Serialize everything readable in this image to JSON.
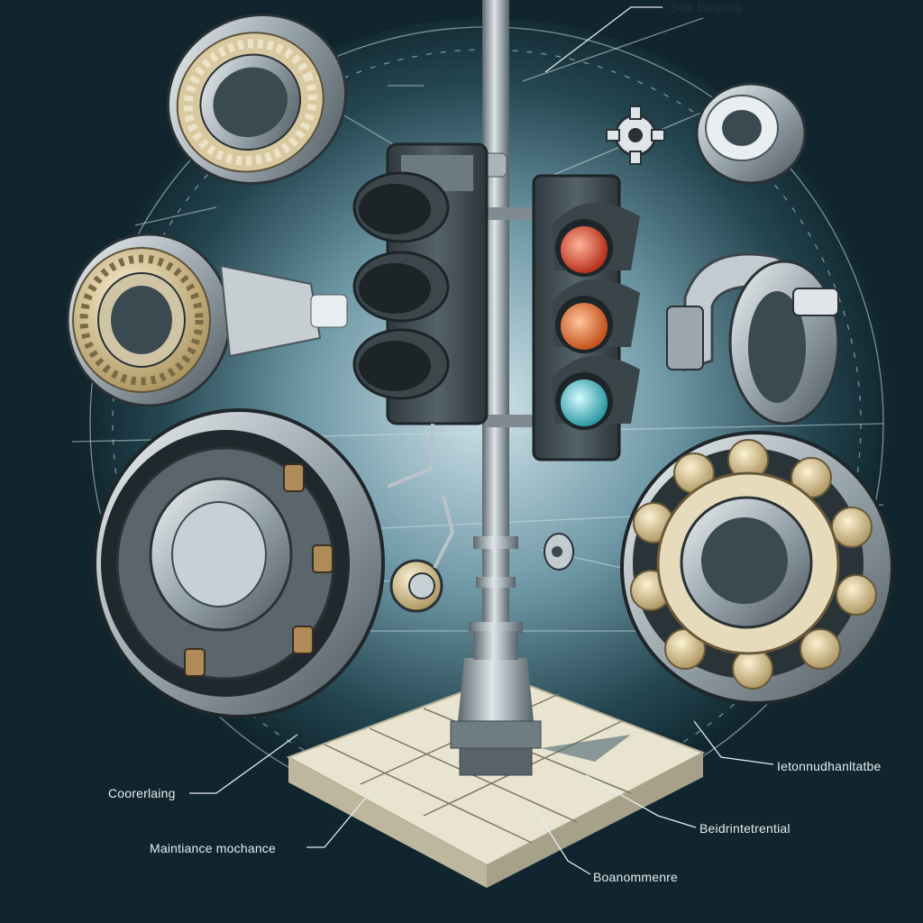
{
  "labels": {
    "top": "Selr Bearing",
    "right": "Ietonnudhanltatbe",
    "left": "Coorerlaing",
    "middle": "Beidrintetrential",
    "maintenance": "Maintiance mochance",
    "bottom": "Boanommenre"
  },
  "colors": {
    "background": "#10252d",
    "glow": "#9fc4d0",
    "metal": "#b8c2c8",
    "brass": "#d9c9a0",
    "red_lamp": "#e0553a",
    "amber_lamp": "#e47a3e",
    "cyan_lamp": "#5fc6cc",
    "plinth": "#e9e4cf"
  },
  "icons": {
    "traffic_light": "traffic-light-icon",
    "bearing": "ball-bearing-icon",
    "gear": "gear-icon"
  }
}
